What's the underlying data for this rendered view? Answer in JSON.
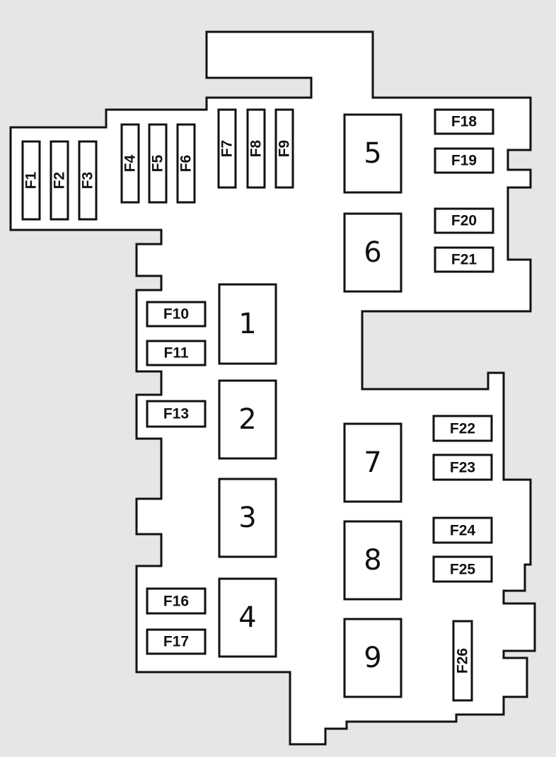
{
  "relays": [
    {
      "id": "r1",
      "label": "1"
    },
    {
      "id": "r2",
      "label": "2"
    },
    {
      "id": "r3",
      "label": "3"
    },
    {
      "id": "r4",
      "label": "4"
    },
    {
      "id": "r5",
      "label": "5"
    },
    {
      "id": "r6",
      "label": "6"
    },
    {
      "id": "r7",
      "label": "7"
    },
    {
      "id": "r8",
      "label": "8"
    },
    {
      "id": "r9",
      "label": "9"
    }
  ],
  "fuses": [
    {
      "id": "f1",
      "label": "F1"
    },
    {
      "id": "f2",
      "label": "F2"
    },
    {
      "id": "f3",
      "label": "F3"
    },
    {
      "id": "f4",
      "label": "F4"
    },
    {
      "id": "f5",
      "label": "F5"
    },
    {
      "id": "f6",
      "label": "F6"
    },
    {
      "id": "f7",
      "label": "F7"
    },
    {
      "id": "f8",
      "label": "F8"
    },
    {
      "id": "f9",
      "label": "F9"
    },
    {
      "id": "f10",
      "label": "F10"
    },
    {
      "id": "f11",
      "label": "F11"
    },
    {
      "id": "f13",
      "label": "F13"
    },
    {
      "id": "f16",
      "label": "F16"
    },
    {
      "id": "f17",
      "label": "F17"
    },
    {
      "id": "f18",
      "label": "F18"
    },
    {
      "id": "f19",
      "label": "F19"
    },
    {
      "id": "f20",
      "label": "F20"
    },
    {
      "id": "f21",
      "label": "F21"
    },
    {
      "id": "f22",
      "label": "F22"
    },
    {
      "id": "f23",
      "label": "F23"
    },
    {
      "id": "f24",
      "label": "F24"
    },
    {
      "id": "f25",
      "label": "F25"
    },
    {
      "id": "f26",
      "label": "F26"
    }
  ]
}
